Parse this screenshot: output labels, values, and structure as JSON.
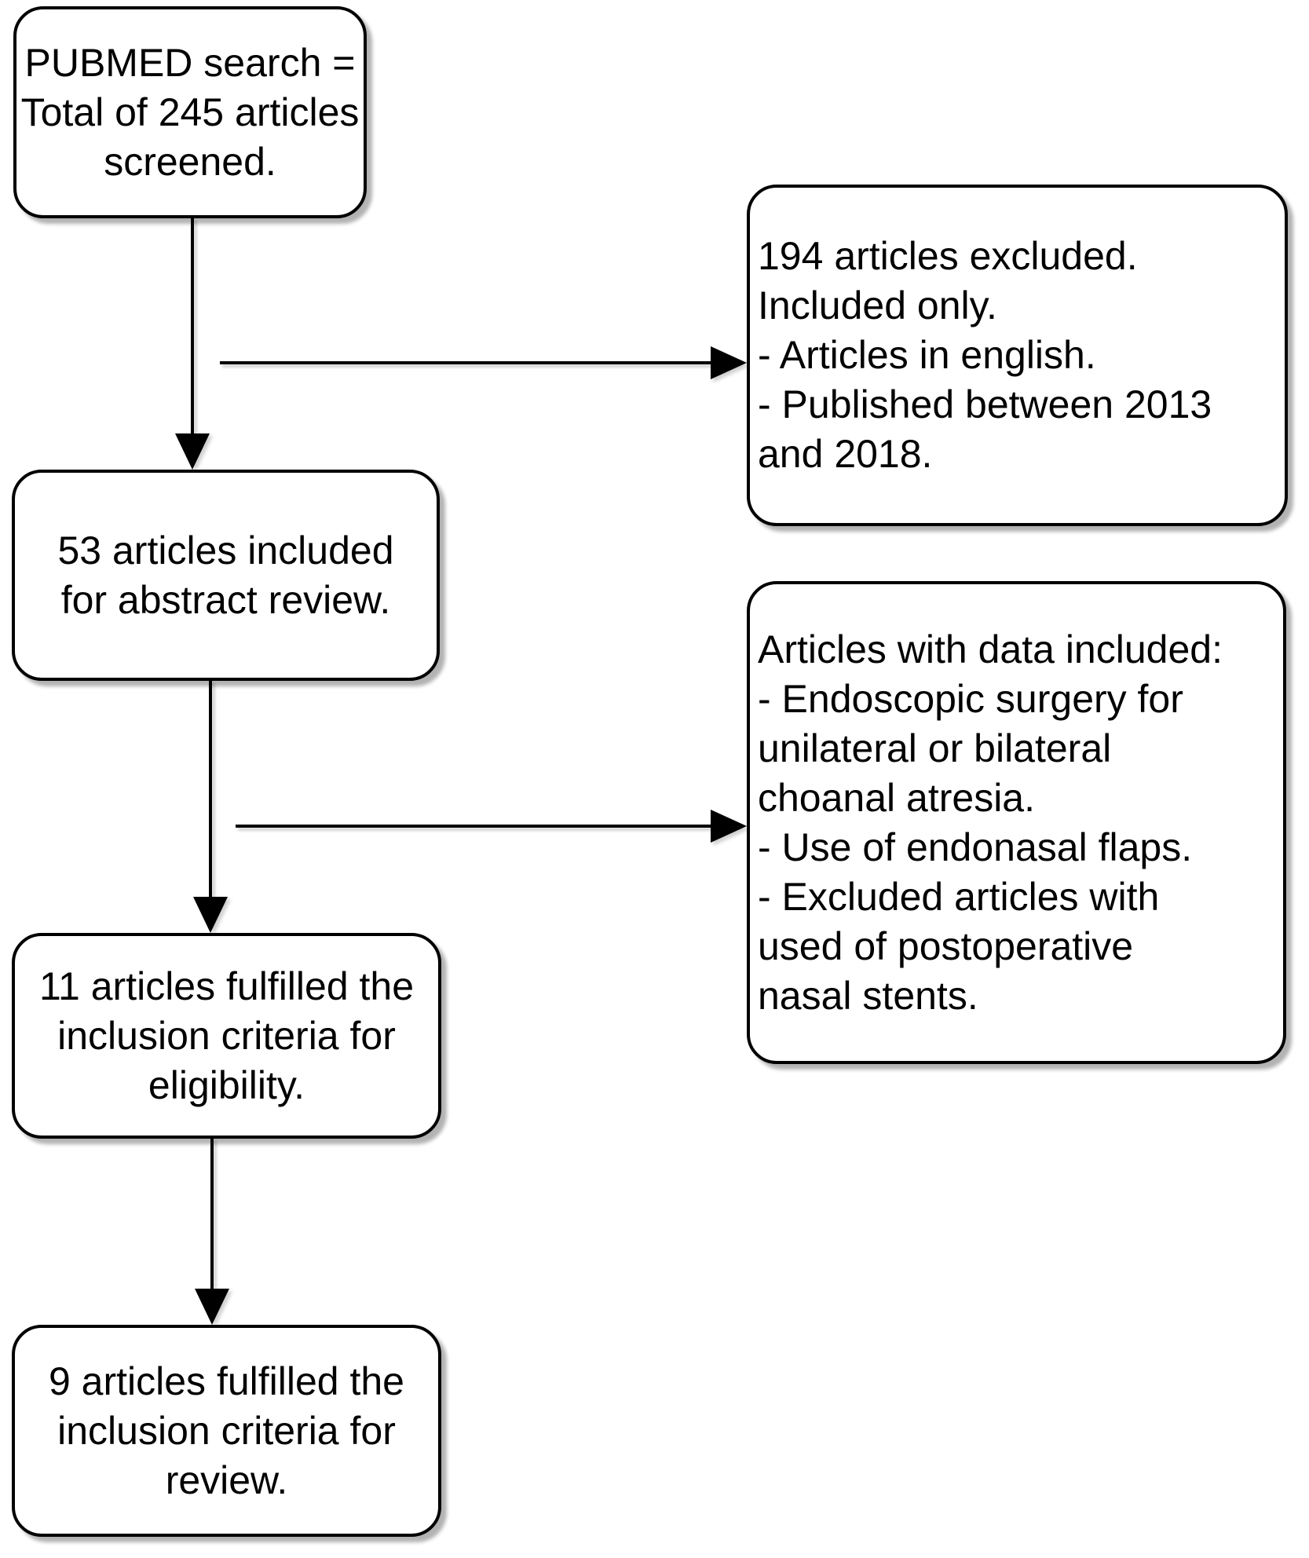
{
  "figure": {
    "type": "flowchart",
    "background": "#ffffff",
    "box_fill": "#ffffff",
    "border_color": "#000000",
    "text_color": "#000000"
  },
  "nodes": [
    {
      "id": "pubmed-search",
      "text": "PUBMED search =\nTotal of 245 articles\nscreened."
    },
    {
      "id": "abstract-review",
      "text": "53 articles included\nfor abstract review."
    },
    {
      "id": "eligibility",
      "text": "11 articles fulfilled the\ninclusion criteria for\neligibility."
    },
    {
      "id": "final-review",
      "text": "9 articles fulfilled the\ninclusion criteria for\nreview."
    },
    {
      "id": "excluded",
      "text": "194 articles excluded.\nIncluded only.\n- Articles in english.\n- Published between 2013\nand 2018."
    },
    {
      "id": "data-included",
      "text": "Articles with data included:\n- Endoscopic surgery for\nunilateral or bilateral\nchoanal atresia.\n- Use of endonasal flaps.\n- Excluded articles with\nused of postoperative\nnasal stents."
    }
  ],
  "edges": [
    {
      "from": "pubmed-search",
      "to": "abstract-review",
      "direction": "down"
    },
    {
      "from": "pubmed-search",
      "to": "excluded",
      "direction": "right"
    },
    {
      "from": "abstract-review",
      "to": "eligibility",
      "direction": "down"
    },
    {
      "from": "abstract-review",
      "to": "data-included",
      "direction": "right"
    },
    {
      "from": "eligibility",
      "to": "final-review",
      "direction": "down"
    }
  ]
}
